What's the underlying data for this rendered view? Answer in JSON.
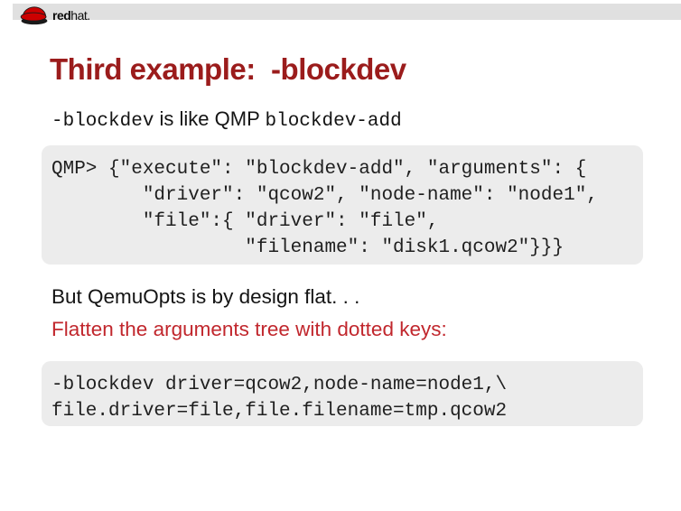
{
  "colors": {
    "band_gray": "#e0e0e0",
    "code_background": "#ececec",
    "title_red": "#9b1c1c",
    "accent_red": "#c1272d",
    "hat_red": "#cc0000"
  },
  "logo": {
    "brand_bold": "red",
    "brand_light": "hat."
  },
  "title": "Third example:  -blockdev",
  "subtitle": {
    "mono_left": "-blockdev",
    "sans_mid": " is like QMP ",
    "mono_right": "blockdev-add"
  },
  "qmp_code": {
    "lines": [
      "QMP> {\"execute\": \"blockdev-add\", \"arguments\": {",
      "        \"driver\": \"qcow2\", \"node-name\": \"node1\",",
      "        \"file\":{ \"driver\": \"file\",",
      "                 \"filename\": \"disk1.qcow2\"}}}"
    ]
  },
  "body": {
    "statement": "But QemuOpts is by design flat. . .",
    "highlight": "Flatten the arguments tree with dotted keys:"
  },
  "cli_code": {
    "lines": [
      "-blockdev driver=qcow2,node-name=node1,\\",
      "file.driver=file,file.filename=tmp.qcow2"
    ]
  }
}
